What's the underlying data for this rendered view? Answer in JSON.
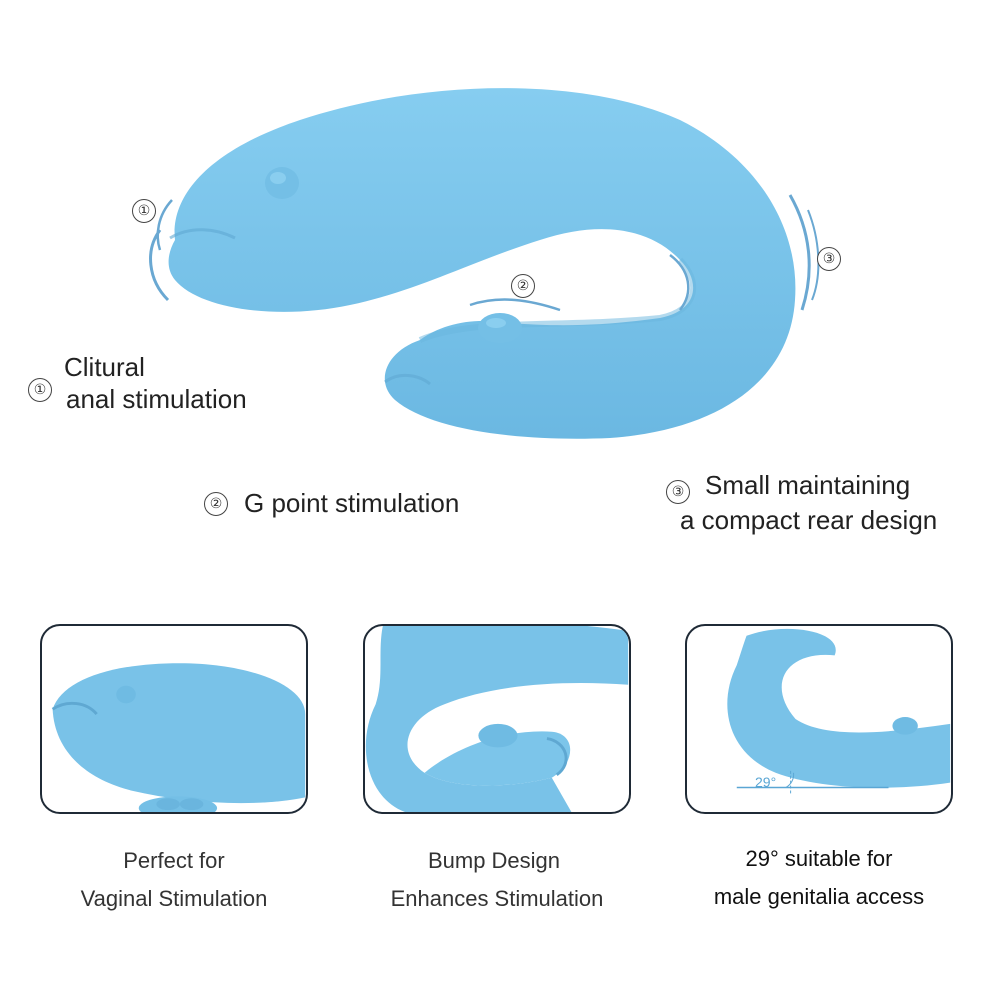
{
  "colors": {
    "product": "#7cc5ea",
    "product_shade": "#5fb0dc",
    "frame": "#1f2a36",
    "accent_line": "#5aa6d4"
  },
  "hero": {
    "markers": [
      "①",
      "②",
      "③"
    ],
    "labels": {
      "one_num": "①",
      "one_line1": "Clitural",
      "one_line2": "anal stimulation",
      "two_num": "②",
      "two_text": "G point stimulation",
      "three_num": "③",
      "three_line1": "Small maintaining",
      "three_line2": "a compact rear design"
    }
  },
  "panels": [
    {
      "caption_line1": "Perfect for",
      "caption_line2": "Vaginal Stimulation"
    },
    {
      "caption_line1": "Bump Design",
      "caption_line2": "Enhances Stimulation"
    },
    {
      "caption_line1": "29° suitable for",
      "caption_line2": "male genitalia access",
      "angle_label": "29°"
    }
  ]
}
